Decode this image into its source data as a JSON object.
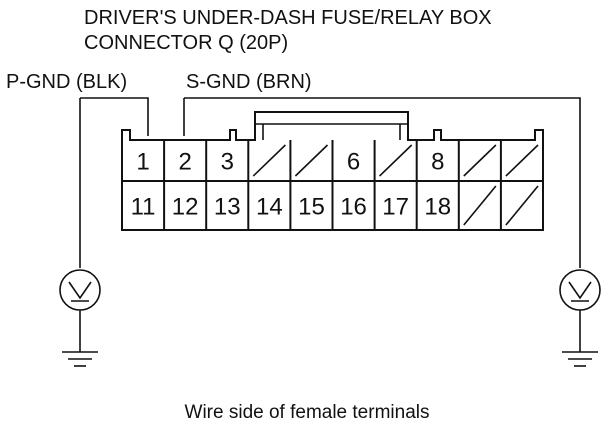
{
  "title": {
    "line1": "DRIVER'S UNDER-DASH FUSE/RELAY BOX",
    "line2": "CONNECTOR Q (20P)"
  },
  "labels": {
    "p_gnd": "P-GND (BLK)",
    "s_gnd": "S-GND (BRN)"
  },
  "connector": {
    "top_row": [
      "1",
      "2",
      "3",
      "",
      "",
      "6",
      "",
      "8",
      "",
      ""
    ],
    "bottom_row": [
      "11",
      "12",
      "13",
      "14",
      "15",
      "16",
      "17",
      "18",
      "",
      ""
    ]
  },
  "caption": "Wire side of female terminals",
  "colors": {
    "line": "#111111",
    "background": "#ffffff"
  }
}
